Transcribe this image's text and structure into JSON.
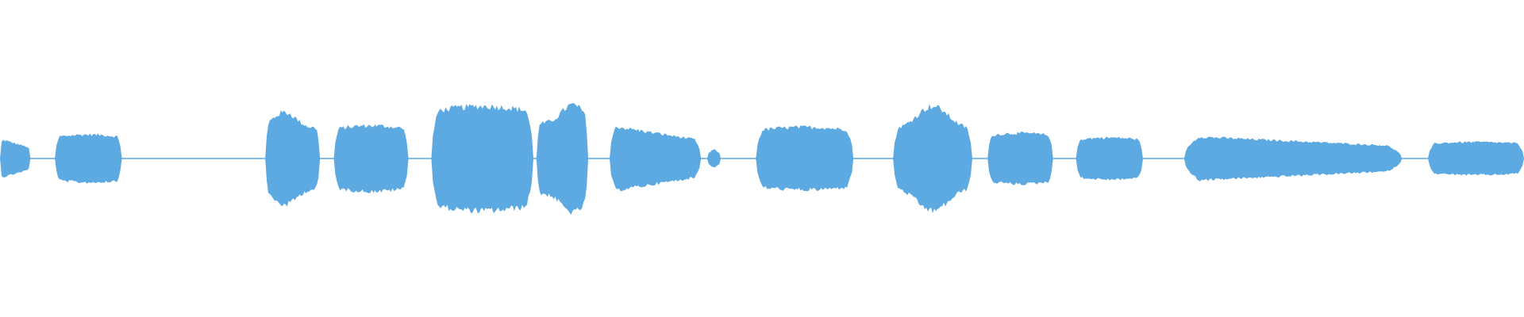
{
  "waveform": {
    "color": "#5DA9E1",
    "background": "#FFFFFF",
    "baseline_amplitude": 0.01,
    "segments": [
      {
        "start": 0.0,
        "end": 0.02,
        "amplitude": 0.13,
        "shape": "fade-out"
      },
      {
        "start": 0.036,
        "end": 0.08,
        "amplitude": 0.16,
        "shape": "plateau"
      },
      {
        "start": 0.174,
        "end": 0.21,
        "amplitude": 0.31,
        "shape": "peak-early"
      },
      {
        "start": 0.219,
        "end": 0.268,
        "amplitude": 0.22,
        "shape": "plateau"
      },
      {
        "start": 0.283,
        "end": 0.35,
        "amplitude": 0.35,
        "shape": "plateau"
      },
      {
        "start": 0.352,
        "end": 0.386,
        "amplitude": 0.36,
        "shape": "peak-late"
      },
      {
        "start": 0.4,
        "end": 0.46,
        "amplitude": 0.22,
        "shape": "fade-out"
      },
      {
        "start": 0.464,
        "end": 0.473,
        "amplitude": 0.06,
        "shape": "peak-mid"
      },
      {
        "start": 0.496,
        "end": 0.56,
        "amplitude": 0.21,
        "shape": "plateau"
      },
      {
        "start": 0.586,
        "end": 0.638,
        "amplitude": 0.35,
        "shape": "peak-mid"
      },
      {
        "start": 0.648,
        "end": 0.691,
        "amplitude": 0.17,
        "shape": "plateau"
      },
      {
        "start": 0.706,
        "end": 0.75,
        "amplitude": 0.14,
        "shape": "plateau"
      },
      {
        "start": 0.777,
        "end": 0.92,
        "amplitude": 0.15,
        "shape": "fade-out"
      },
      {
        "start": 0.937,
        "end": 1.0,
        "amplitude": 0.11,
        "shape": "plateau"
      }
    ]
  }
}
